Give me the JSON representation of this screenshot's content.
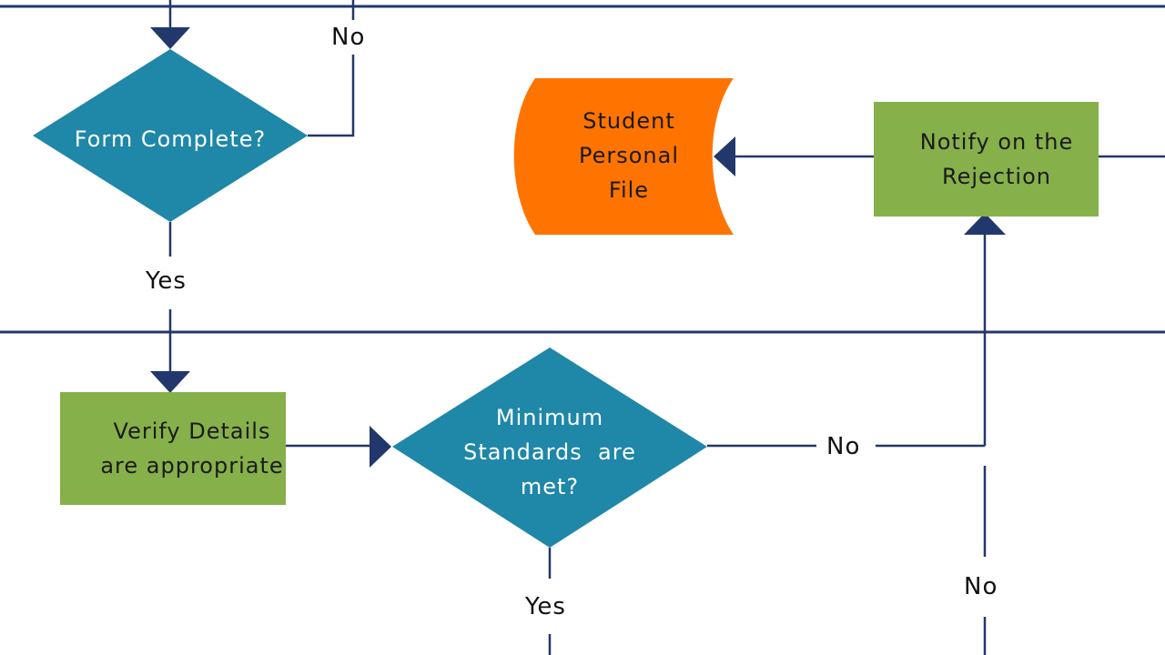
{
  "colors": {
    "lane_line": "#22376b",
    "connector": "#22376b",
    "decision": "#1f87a8",
    "process": "#86b04a",
    "document": "#ff7400",
    "background": "#ffffff"
  },
  "nodes": {
    "form_complete": {
      "shape": "diamond",
      "text": "Form Complete?"
    },
    "student_file": {
      "shape": "document",
      "lines": [
        "Student",
        "Personal",
        "File"
      ]
    },
    "notify_rejection": {
      "shape": "process",
      "lines": [
        "Notify on the",
        "Rejection"
      ]
    },
    "verify_details": {
      "shape": "process",
      "lines": [
        "Verify Details",
        "are appropriate"
      ]
    },
    "min_standards": {
      "shape": "diamond",
      "lines": [
        "Minimum",
        "Standards  are",
        "met?"
      ]
    }
  },
  "edge_labels": {
    "form_no": "No",
    "form_yes": "Yes",
    "standards_no": "No",
    "standards_yes": "Yes",
    "lower_no": "No"
  }
}
